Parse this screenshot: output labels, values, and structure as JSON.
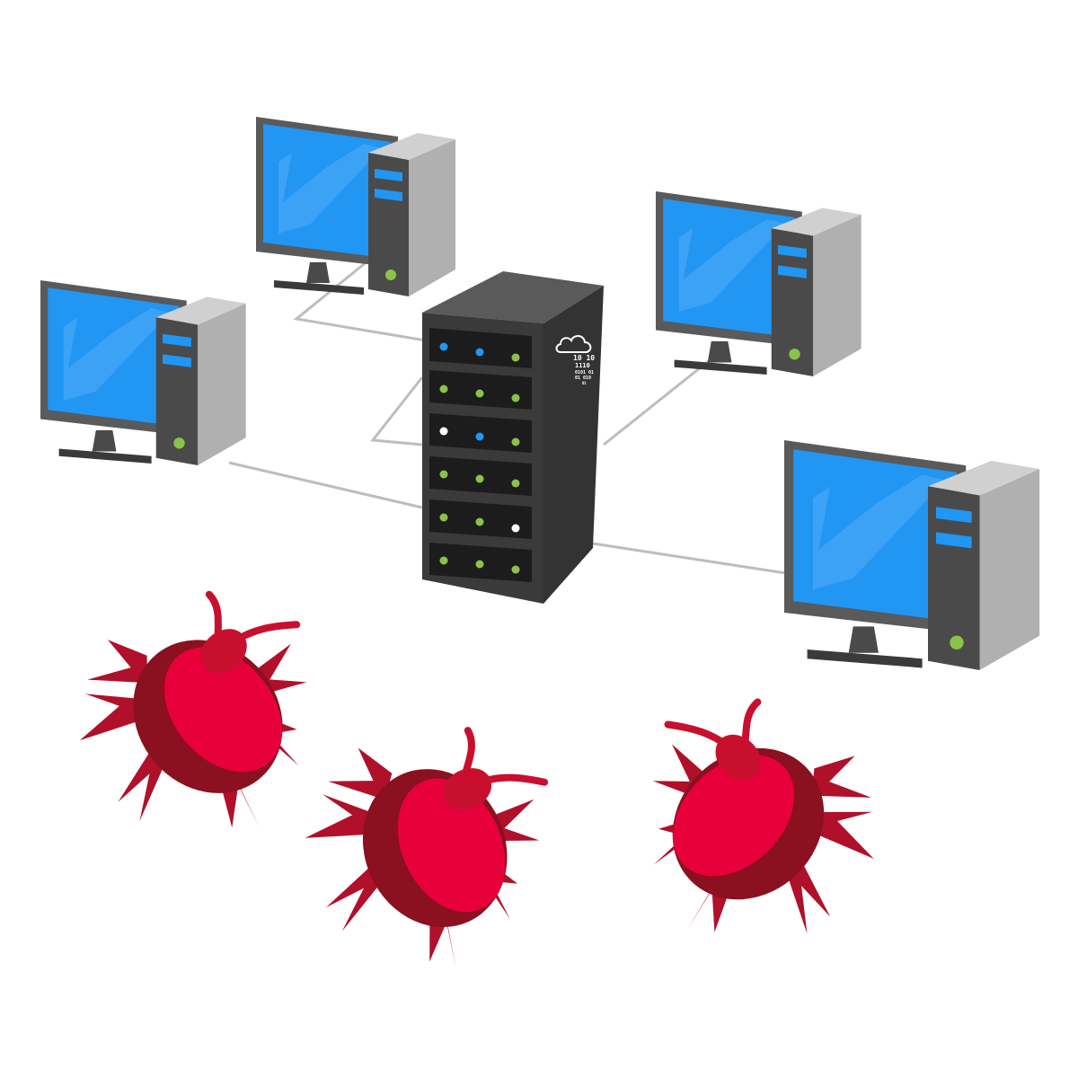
{
  "server": {
    "binary_lines": [
      "10  10",
      "1110",
      "0101  01",
      "01    010",
      "01"
    ]
  },
  "colors": {
    "background": "#ffffff",
    "screen": "#2196f3",
    "screen_shine": "#42a5f5",
    "monitor_frame": "#5a5a5a",
    "tower_front": "#4a4a4a",
    "tower_side": "#b0b0b0",
    "power_led": "#8bc34a",
    "server_body": "#3a3a3a",
    "server_bay": "#1c1c1c",
    "led_green": "#8bc34a",
    "led_blue": "#2196f3",
    "led_white": "#ffffff",
    "cable": "#bdbdbd",
    "bug_light": "#e8003a",
    "bug_dark": "#8b1020"
  },
  "icons": [
    "cloud-icon",
    "bug-icon",
    "monitor-icon",
    "tower-icon"
  ]
}
